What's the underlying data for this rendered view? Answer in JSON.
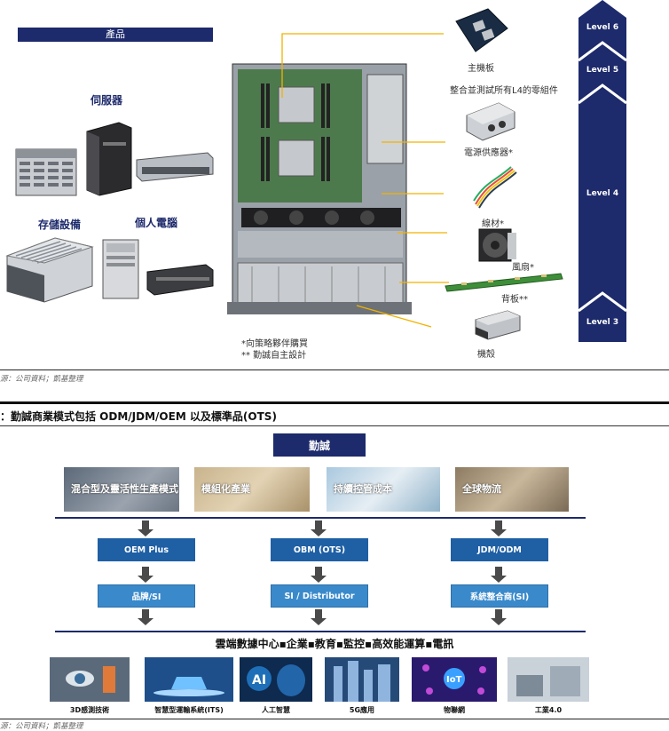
{
  "top": {
    "product_header": "產品",
    "categories": {
      "server": "伺服器",
      "storage": "存儲設備",
      "pc": "個人電腦"
    },
    "components": [
      {
        "label": "主機板"
      },
      {
        "label": "整合並測試所有L4的零組件"
      },
      {
        "label": "電源供應器*"
      },
      {
        "label": "線材*"
      },
      {
        "label": "風扇*"
      },
      {
        "label": "背板**"
      },
      {
        "label": "機殼"
      }
    ],
    "footnotes": {
      "line1": "*向策略夥伴購買",
      "line2": "** 勤誠自主設計"
    },
    "levels": [
      "Level 6",
      "Level 5",
      "Level 4",
      "Level 3"
    ],
    "source": "源：公司資料；凱基整理"
  },
  "bottom": {
    "title": "：勤誠商業模式包括 ODM/JDM/OEM 以及標準品(OTS)",
    "root": "勤誠",
    "features": [
      "混合型及靈活性生產模式",
      "模組化產業",
      "持續控管成本",
      "全球物流"
    ],
    "models": [
      "OEM Plus",
      "OBM (OTS)",
      "JDM/ODM"
    ],
    "channels": [
      "品牌/SI",
      "SI / Distributor",
      "系統整合商(SI)"
    ],
    "markets": "雲端數據中心▪企業▪教育▪監控▪高效能運算▪電訊",
    "applications": [
      "3D感測技術",
      "智慧型運輸系統(ITS)",
      "人工智慧",
      "5G應用",
      "物聯網",
      "工業4.0"
    ],
    "source": "源：公司資料；凱基整理"
  },
  "colors": {
    "navy": "#1d2a6b",
    "blue": "#1f5fa4",
    "lightblue": "#3a8acb",
    "callout": "#f2b200"
  }
}
